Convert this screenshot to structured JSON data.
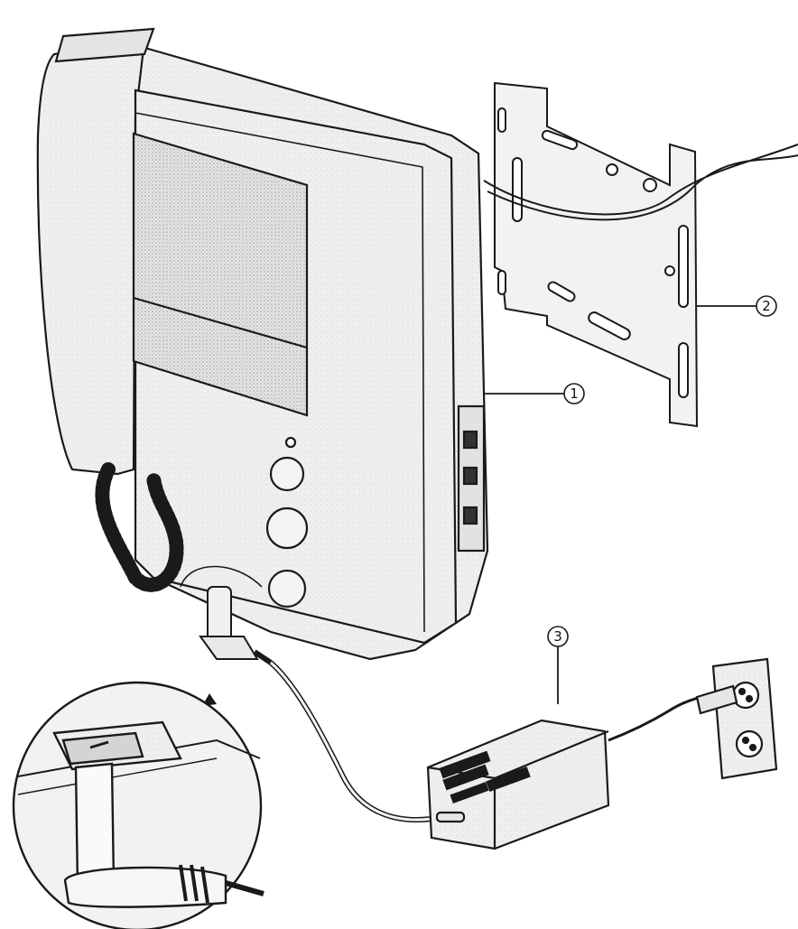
{
  "figure": {
    "callouts": [
      {
        "id": "monitor-bracket-contacts",
        "label": "1"
      },
      {
        "id": "wall-bracket",
        "label": "2"
      },
      {
        "id": "power-adapter",
        "label": "3"
      }
    ],
    "colors": {
      "ink": "#1a1a1a",
      "paper": "#ffffff",
      "body_fill": "#ececec",
      "screen_fill": "#cfcfcf",
      "shadow_fill": "#d9d9d9"
    }
  }
}
